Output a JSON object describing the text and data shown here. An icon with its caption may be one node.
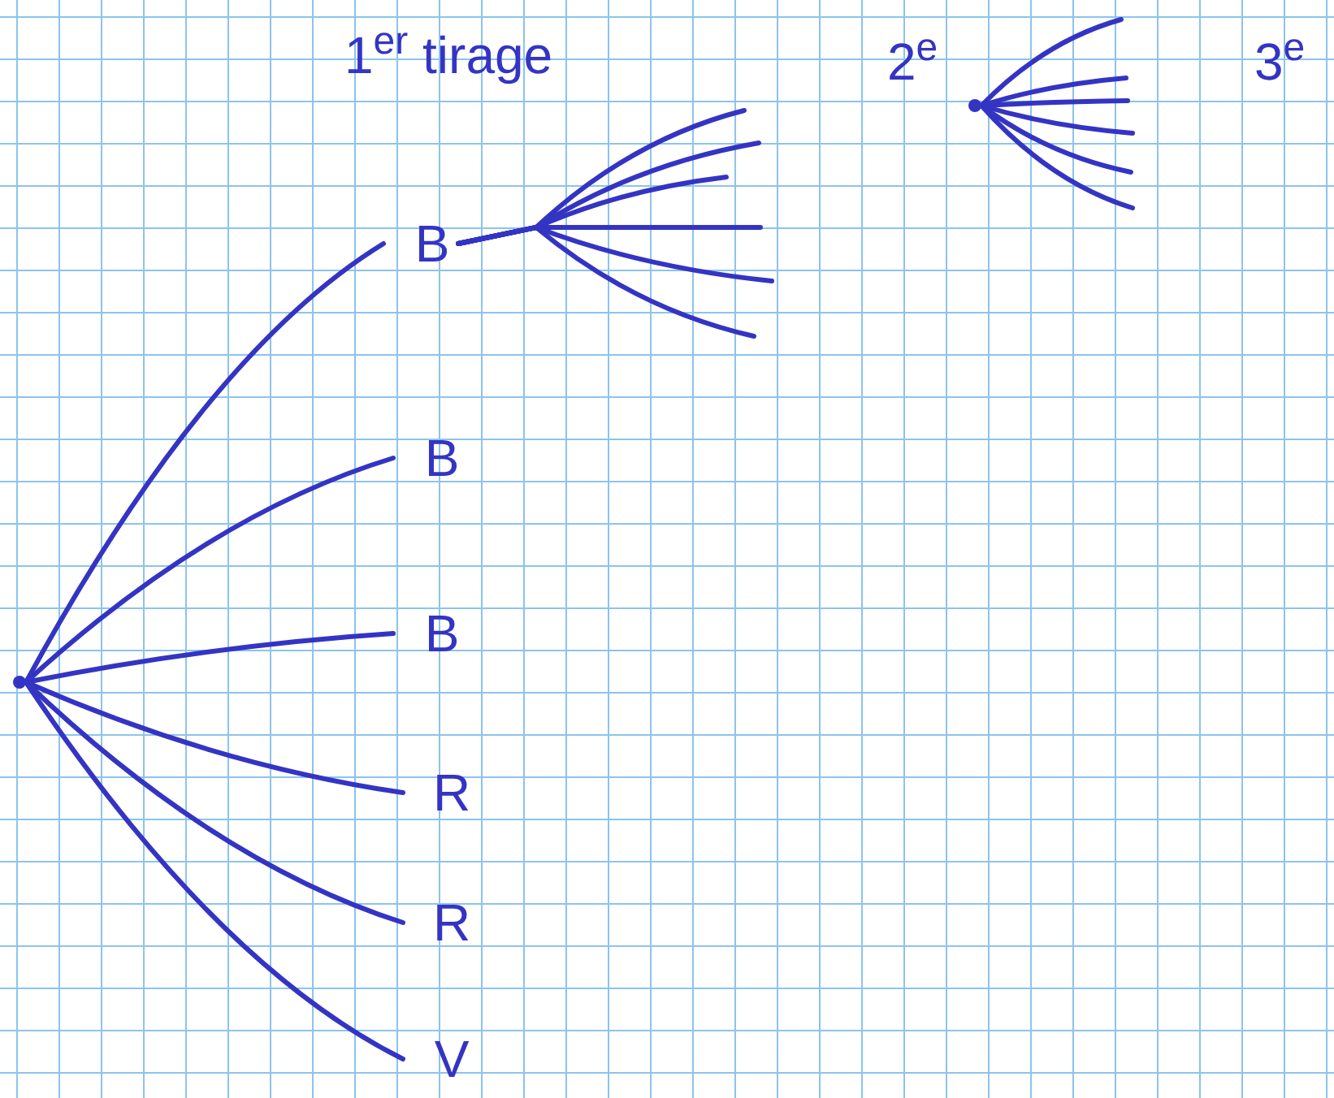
{
  "diagram": {
    "nodes": [
      {
        "text": [],
        "shape": "dot"
      },
      {
        "text": [
          "B"
        ]
      },
      {
        "text": [
          "B"
        ]
      },
      {
        "text": [
          "B"
        ]
      },
      {
        "text": [
          "R"
        ]
      },
      {
        "text": [
          "R"
        ]
      },
      {
        "text": [
          "V"
        ]
      },
      {
        "text": [],
        "shape": "dot"
      }
    ],
    "edges": [
      {
        "from": 0,
        "to": 1,
        "arrow": "none"
      },
      {
        "from": 0,
        "to": 2,
        "arrow": "none"
      },
      {
        "from": 0,
        "to": 3,
        "arrow": "none"
      },
      {
        "from": 0,
        "to": 4,
        "arrow": "none"
      },
      {
        "from": 0,
        "to": 5,
        "arrow": "none"
      },
      {
        "from": 0,
        "to": 6,
        "arrow": "none"
      },
      {
        "from": 1,
        "to": null,
        "arrow": "none"
      },
      {
        "from": 1,
        "to": null,
        "arrow": "none"
      },
      {
        "from": 1,
        "to": null,
        "arrow": "none"
      },
      {
        "from": 1,
        "to": null,
        "arrow": "none"
      },
      {
        "from": 1,
        "to": null,
        "arrow": "none"
      },
      {
        "from": 1,
        "to": null,
        "arrow": "none"
      },
      {
        "from": 7,
        "to": null,
        "arrow": "none"
      },
      {
        "from": 7,
        "to": null,
        "arrow": "none"
      },
      {
        "from": 7,
        "to": null,
        "arrow": "none"
      },
      {
        "from": 7,
        "to": null,
        "arrow": "none"
      },
      {
        "from": 7,
        "to": null,
        "arrow": "none"
      },
      {
        "from": 7,
        "to": null,
        "arrow": "none"
      }
    ],
    "labels": [
      "1$^{er}$ tirage",
      "2$^{e}$",
      "3$^{e}$"
    ]
  }
}
